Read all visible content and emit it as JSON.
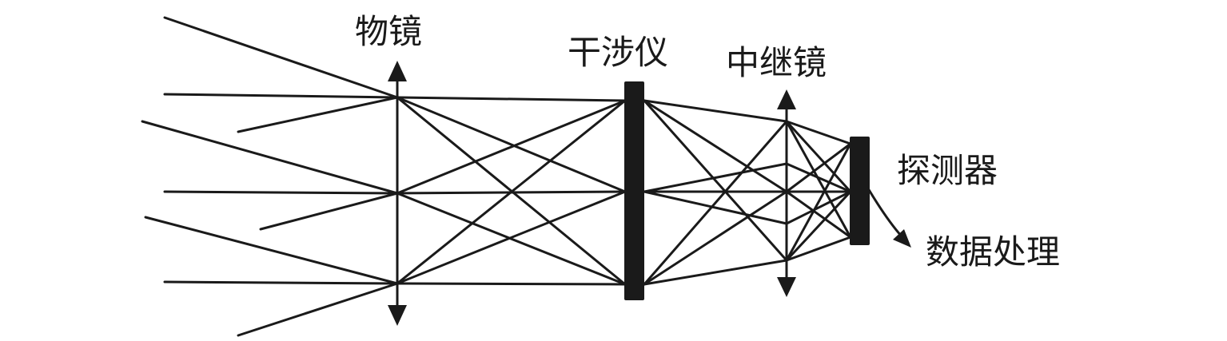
{
  "labels": {
    "objective": "物镜",
    "interferometer": "干涉仪",
    "relay_lens": "中继镜",
    "detector": "探测器",
    "data_processing": "数据处理"
  },
  "colors": {
    "ink": "#1a1a1a",
    "background": "#ffffff"
  }
}
